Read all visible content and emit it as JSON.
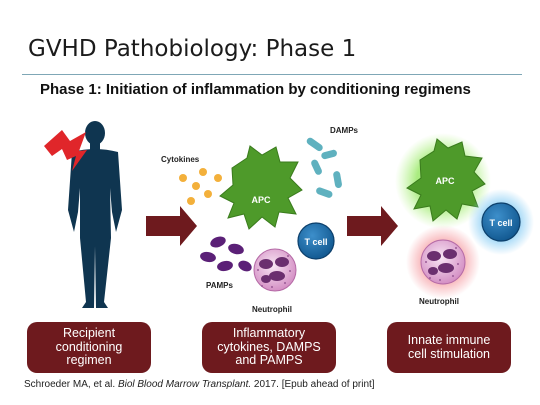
{
  "slide": {
    "title": "GVHD Pathobiology: Phase 1",
    "subtitle": "Phase 1: Initiation of inflammation by conditioning regimens"
  },
  "diagram": {
    "labels": {
      "cytokines": "Cytokines",
      "damps": "DAMPs",
      "pamps": "PAMPs",
      "apc": "APC",
      "tcell": "T cell",
      "neutrophil": "Neutrophil"
    },
    "boxes": [
      {
        "lines": [
          "Recipient",
          "conditioning",
          "regimen"
        ]
      },
      {
        "lines": [
          "Inflammatory",
          "cytokines, DAMPS",
          "and PAMPS"
        ]
      },
      {
        "lines": [
          "Innate immune",
          "cell stimulation"
        ]
      }
    ],
    "colors": {
      "arrow": "#6e1a1e",
      "box": "#6e1a1e",
      "person": "#0f3550",
      "apc": "#4e9a2a",
      "tcell": "#1c6aa6",
      "neutrophil": "#d487c2",
      "neutrophil_nucleus": "#6b2f6f",
      "cytokine": "#f3b03b",
      "damp": "#5fb1bf",
      "pamp": "#5b2077",
      "lightning": "#e0262a"
    }
  },
  "citation": {
    "authors": "Schroeder MA, et al.",
    "journal": "Biol Blood Marrow Transplant.",
    "rest": "2017. [Epub ahead of print]"
  }
}
